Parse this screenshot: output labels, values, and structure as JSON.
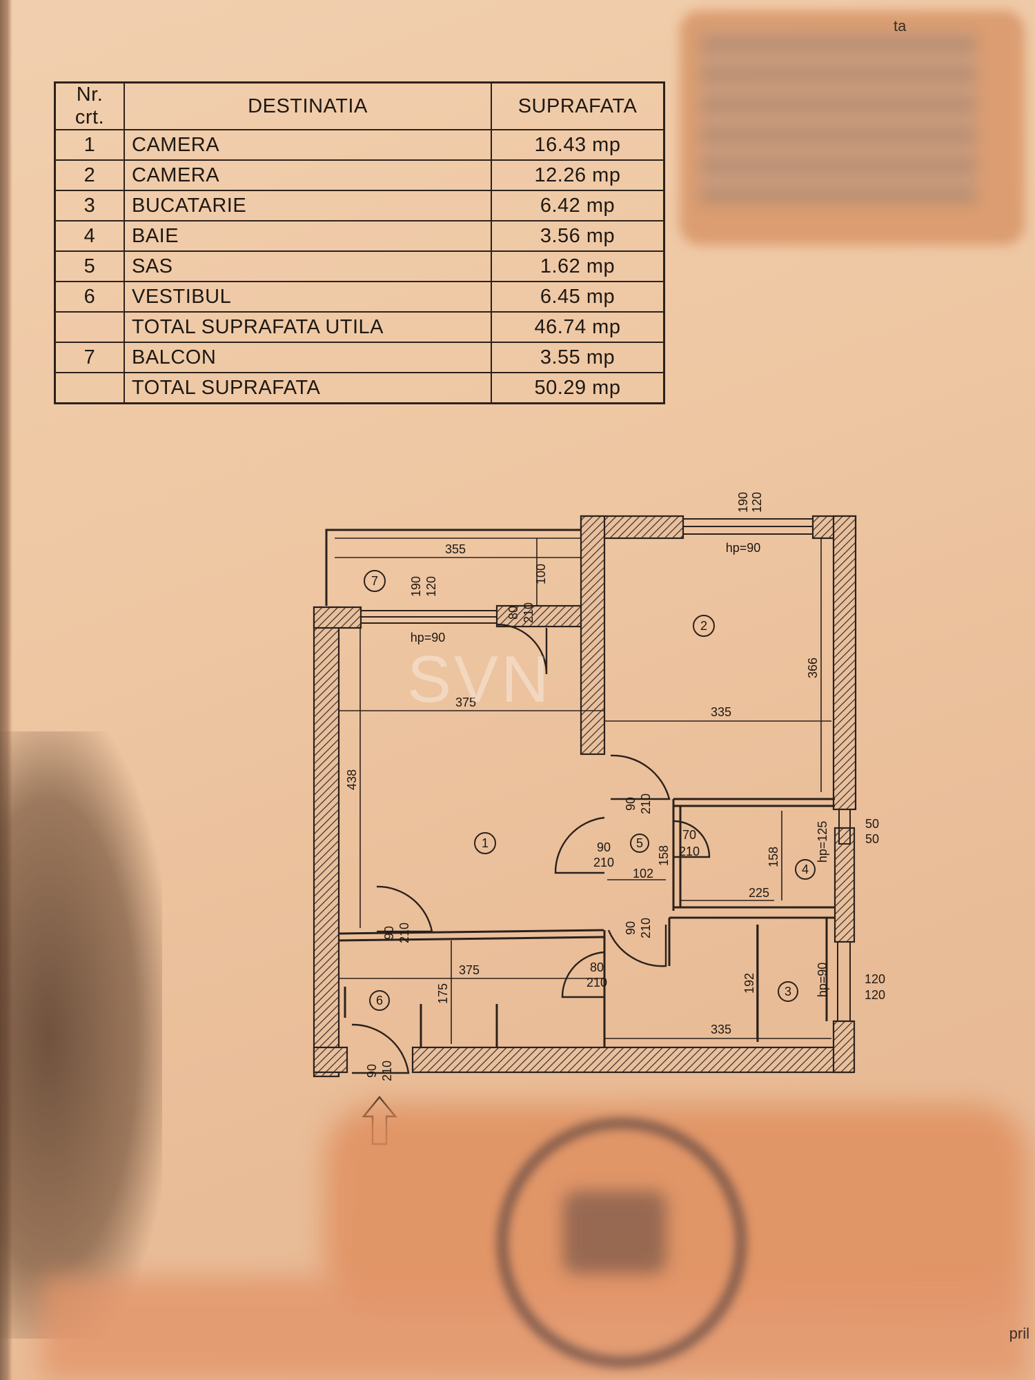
{
  "header_fragment": "ta",
  "table": {
    "headers": [
      "Nr. crt.",
      "DESTINATIA",
      "SUPRAFATA"
    ],
    "rows": [
      {
        "nr": "1",
        "dest": "CAMERA",
        "area": "16.43 mp"
      },
      {
        "nr": "2",
        "dest": "CAMERA",
        "area": "12.26 mp"
      },
      {
        "nr": "3",
        "dest": "BUCATARIE",
        "area": "6.42 mp"
      },
      {
        "nr": "4",
        "dest": "BAIE",
        "area": "3.56 mp"
      },
      {
        "nr": "5",
        "dest": "SAS",
        "area": "1.62 mp"
      },
      {
        "nr": "6",
        "dest": "VESTIBUL",
        "area": "6.45 mp"
      },
      {
        "nr": "",
        "dest": "TOTAL SUPRAFATA UTILA",
        "area": "46.74 mp"
      },
      {
        "nr": "7",
        "dest": "BALCON",
        "area": "3.55 mp"
      },
      {
        "nr": "",
        "dest": "TOTAL SUPRAFATA",
        "area": "50.29 mp"
      }
    ]
  },
  "plan": {
    "rooms": [
      "1",
      "2",
      "3",
      "4",
      "5",
      "6",
      "7"
    ],
    "dims": {
      "balcony_width": "355",
      "balcony_depth": "100",
      "room1_width": "375",
      "room1_depth": "438",
      "room2_width": "335",
      "room2_depth": "366",
      "bath_width": "225",
      "bath_depth": "158",
      "sas_width": "102",
      "sas_depth": "158",
      "hall_width": "375",
      "hall_depth": "175",
      "kitchen_width": "335",
      "kitchen_depth": "192"
    },
    "window_labels": {
      "hp_room1": "hp=90",
      "hp_room2": "hp=90",
      "hp_bath": "hp=125",
      "hp_kitchen": "hp=90",
      "win_top_top": "190",
      "win_top_bottom": "120",
      "win_balcony_top": "190",
      "win_balcony_bottom": "120",
      "win_bath_top": "50",
      "win_bath_bottom": "50",
      "win_kitchen_top": "120",
      "win_kitchen_bottom": "120"
    },
    "door_labels": {
      "balcony_door_top": "80",
      "balcony_door_bottom": "210",
      "d90": "90",
      "d210": "210",
      "d70": "70",
      "d80": "80"
    }
  },
  "watermark": "SVN",
  "footer_fragment": "pril"
}
